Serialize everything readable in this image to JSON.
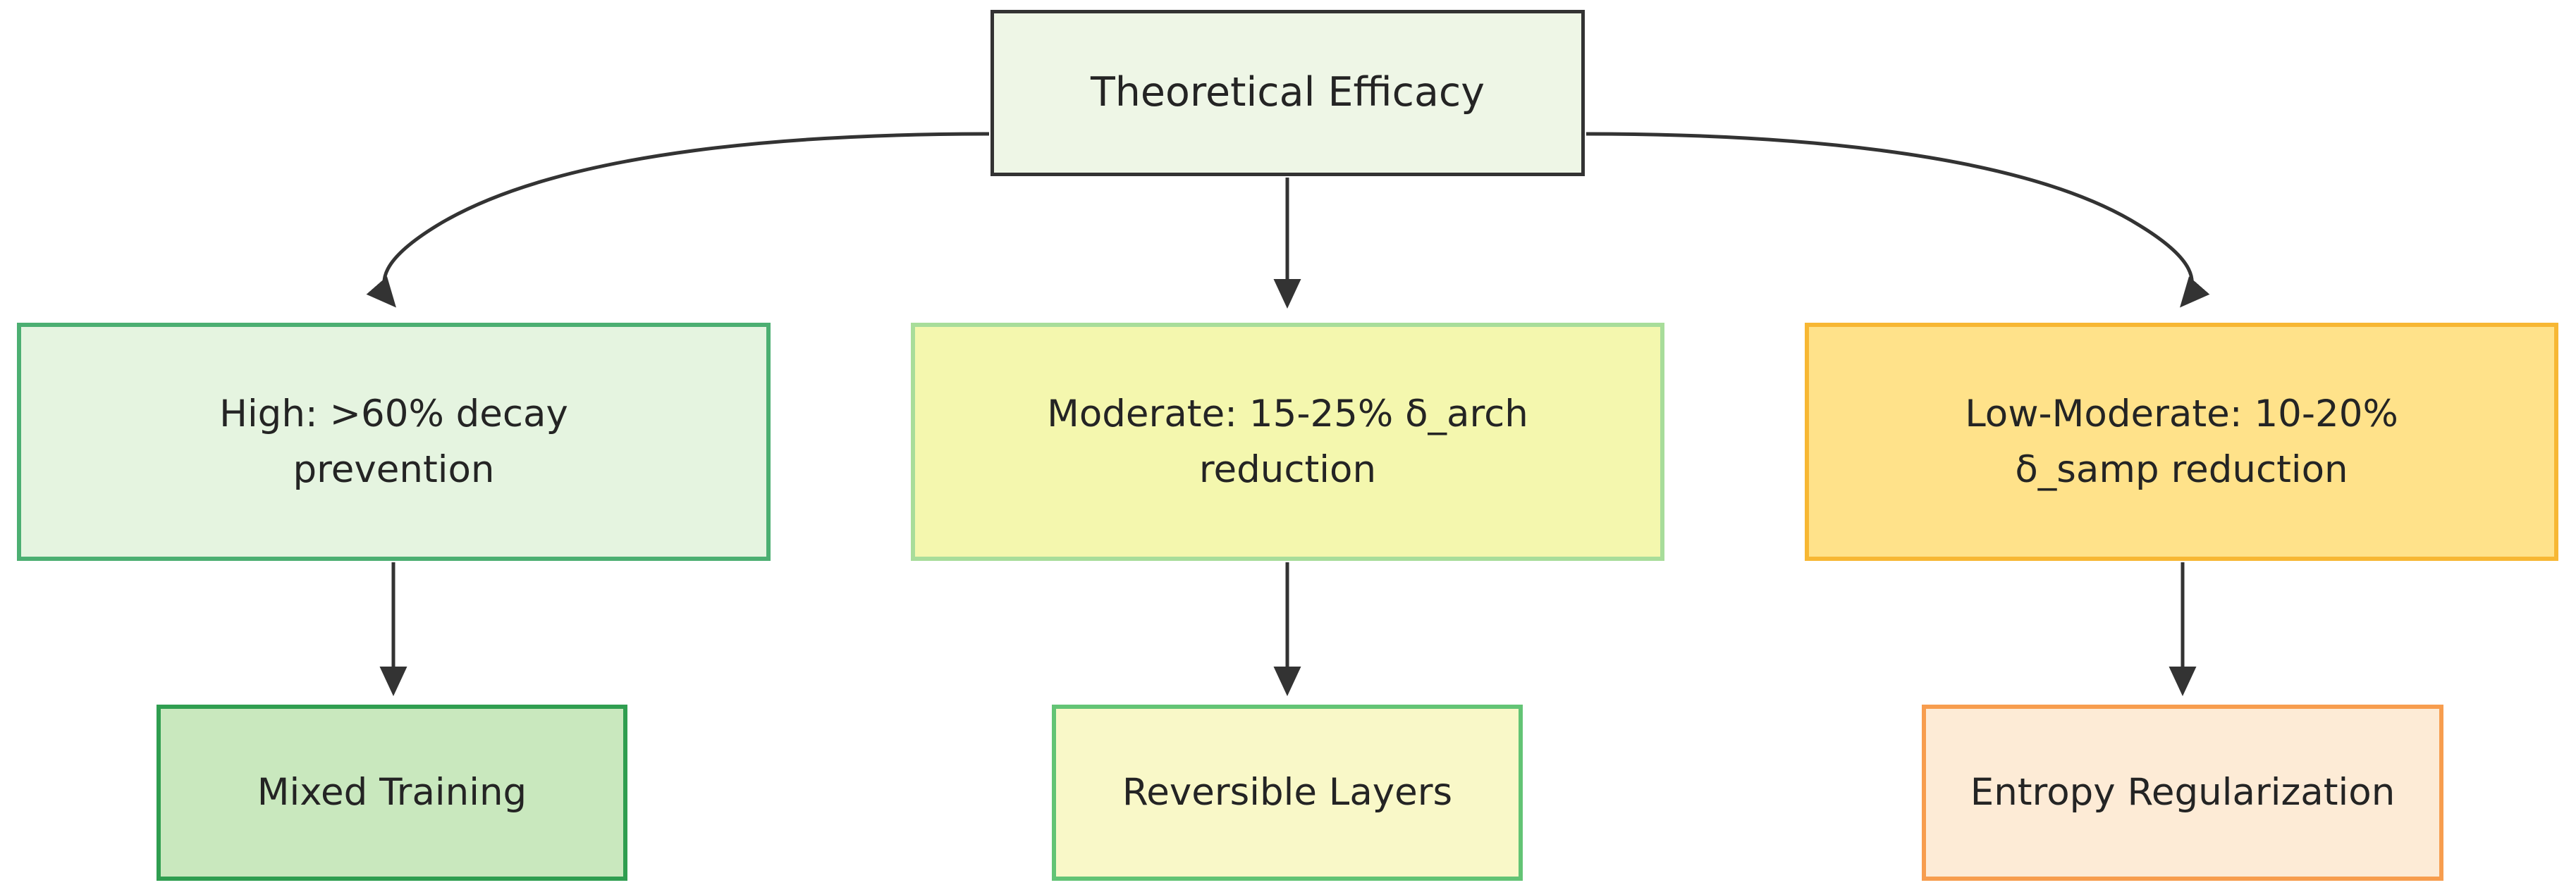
{
  "diagram": {
    "type": "flowchart",
    "orientation": "top-down",
    "background": "#ffffff",
    "edge_color": "#333333",
    "text_color": "#242424",
    "nodes": [
      {
        "id": "root",
        "label": "Theoretical Efficacy",
        "level": 1,
        "fill": "#eef6e6",
        "stroke": "#333333"
      },
      {
        "id": "high",
        "label": "High: >60% decay\nprevention",
        "level": 2,
        "fill": "#e5f4e0",
        "stroke": "#4caf72"
      },
      {
        "id": "moderate",
        "label": "Moderate: 15-25% δ_arch\nreduction",
        "level": 2,
        "fill": "#f4f7ae",
        "stroke": "#a8dd9a"
      },
      {
        "id": "lowmoderate",
        "label": "Low-Moderate: 10-20%\nδ_samp reduction",
        "level": 2,
        "fill": "#ffe28a",
        "stroke": "#f7b733"
      },
      {
        "id": "mixed-training",
        "label": "Mixed Training",
        "level": 3,
        "fill": "#c9e8be",
        "stroke": "#2f9e50"
      },
      {
        "id": "reversible-layers",
        "label": "Reversible Layers",
        "level": 3,
        "fill": "#f9f8c8",
        "stroke": "#63c475"
      },
      {
        "id": "entropy-regularization",
        "label": "Entropy Regularization",
        "level": 3,
        "fill": "#fdebd6",
        "stroke": "#f79d4e"
      }
    ],
    "edges": [
      {
        "from": "root",
        "to": "high",
        "style": "curved",
        "arrow": "end"
      },
      {
        "from": "root",
        "to": "moderate",
        "style": "straight",
        "arrow": "end"
      },
      {
        "from": "root",
        "to": "lowmoderate",
        "style": "curved",
        "arrow": "end"
      },
      {
        "from": "high",
        "to": "mixed-training",
        "style": "straight",
        "arrow": "end"
      },
      {
        "from": "moderate",
        "to": "reversible-layers",
        "style": "straight",
        "arrow": "end"
      },
      {
        "from": "lowmoderate",
        "to": "entropy-regularization",
        "style": "straight",
        "arrow": "end"
      }
    ]
  }
}
